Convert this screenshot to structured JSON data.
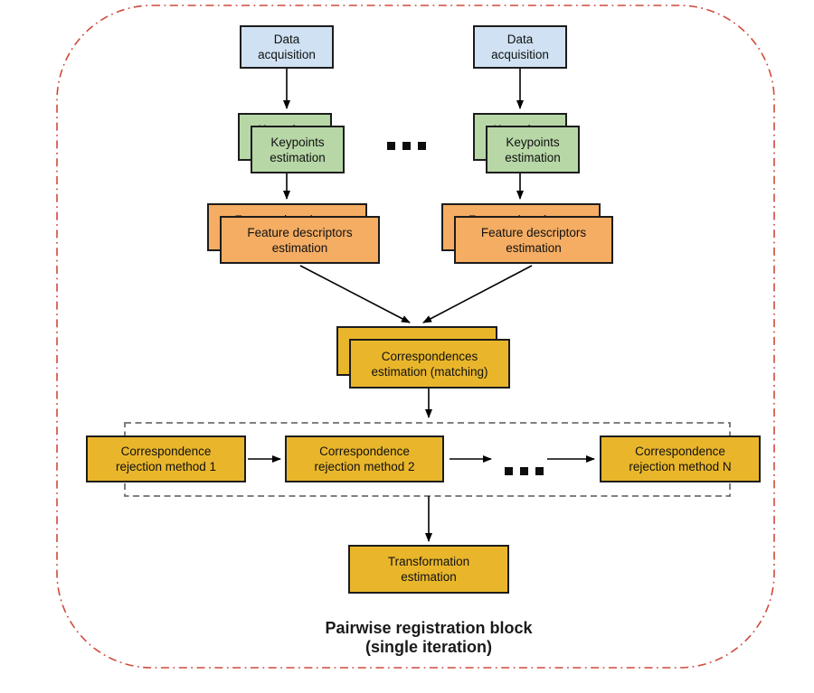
{
  "colors": {
    "box_blue": "#cfe1f2",
    "box_green": "#b7d7a6",
    "box_orange": "#f4ad63",
    "box_yellow": "#e9b62b",
    "box_border": "#1c1c1c",
    "outer_border_red": "#cf4a3a",
    "inner_dashed_gray": "#6e6e6e",
    "arrow_black": "#000000"
  },
  "nodes": {
    "data_acquisition": {
      "line1": "Data",
      "line2": "acquisition"
    },
    "keypoints": {
      "line1": "Keypoints",
      "line2": "estimation"
    },
    "feature_descriptors": {
      "line1": "Feature descriptors",
      "line2": "estimation"
    },
    "correspondences": {
      "line1": "Correspondences",
      "line2": "estimation (matching)"
    },
    "rejection_1": {
      "line1": "Correspondence",
      "line2": "rejection method 1"
    },
    "rejection_2": {
      "line1": "Correspondence",
      "line2": "rejection method 2"
    },
    "rejection_n": {
      "line1": "Correspondence",
      "line2": "rejection method N"
    },
    "transformation": {
      "line1": "Transformation",
      "line2": "estimation"
    }
  },
  "caption": {
    "line1": "Pairwise registration block",
    "line2": "(single iteration)"
  },
  "icons": {
    "ellipsis_columns": "...",
    "ellipsis_rejection": "..."
  }
}
